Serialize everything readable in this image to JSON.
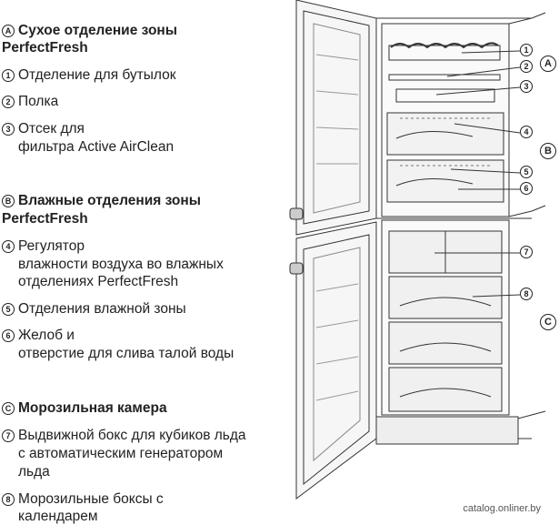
{
  "sectionA": {
    "letter": "A",
    "title_line1": "Сухое отделение зоны",
    "title_line2": "PerfectFresh"
  },
  "items_a": [
    {
      "num": "1",
      "lines": [
        "Отделение для бутылок"
      ]
    },
    {
      "num": "2",
      "lines": [
        "Полка"
      ]
    },
    {
      "num": "3",
      "lines": [
        "Отсек для",
        "фильтра Active AirClean"
      ]
    }
  ],
  "sectionB": {
    "letter": "B",
    "title_line1": "Влажные отделения зоны",
    "title_line2": "PerfectFresh"
  },
  "items_b": [
    {
      "num": "4",
      "lines": [
        "Регулятор",
        "влажности воздуха во влажных",
        "отделениях PerfectFresh"
      ]
    },
    {
      "num": "5",
      "lines": [
        "Отделения влажной зоны"
      ]
    },
    {
      "num": "6",
      "lines": [
        "Желоб и",
        "отверстие для слива талой воды"
      ]
    }
  ],
  "sectionC": {
    "letter": "C",
    "title_line1": "Морозильная камера"
  },
  "items_c": [
    {
      "num": "7",
      "lines": [
        "Выдвижной бокс для кубиков льда",
        "с автоматическим генератором",
        "льда"
      ]
    },
    {
      "num": "8",
      "lines": [
        "Морозильные боксы с",
        "календарем"
      ]
    }
  ],
  "callouts": [
    "1",
    "2",
    "3",
    "4",
    "5",
    "6",
    "7",
    "8"
  ],
  "zone_letters": [
    "A",
    "B",
    "C"
  ],
  "watermark": "catalog.onliner.by"
}
